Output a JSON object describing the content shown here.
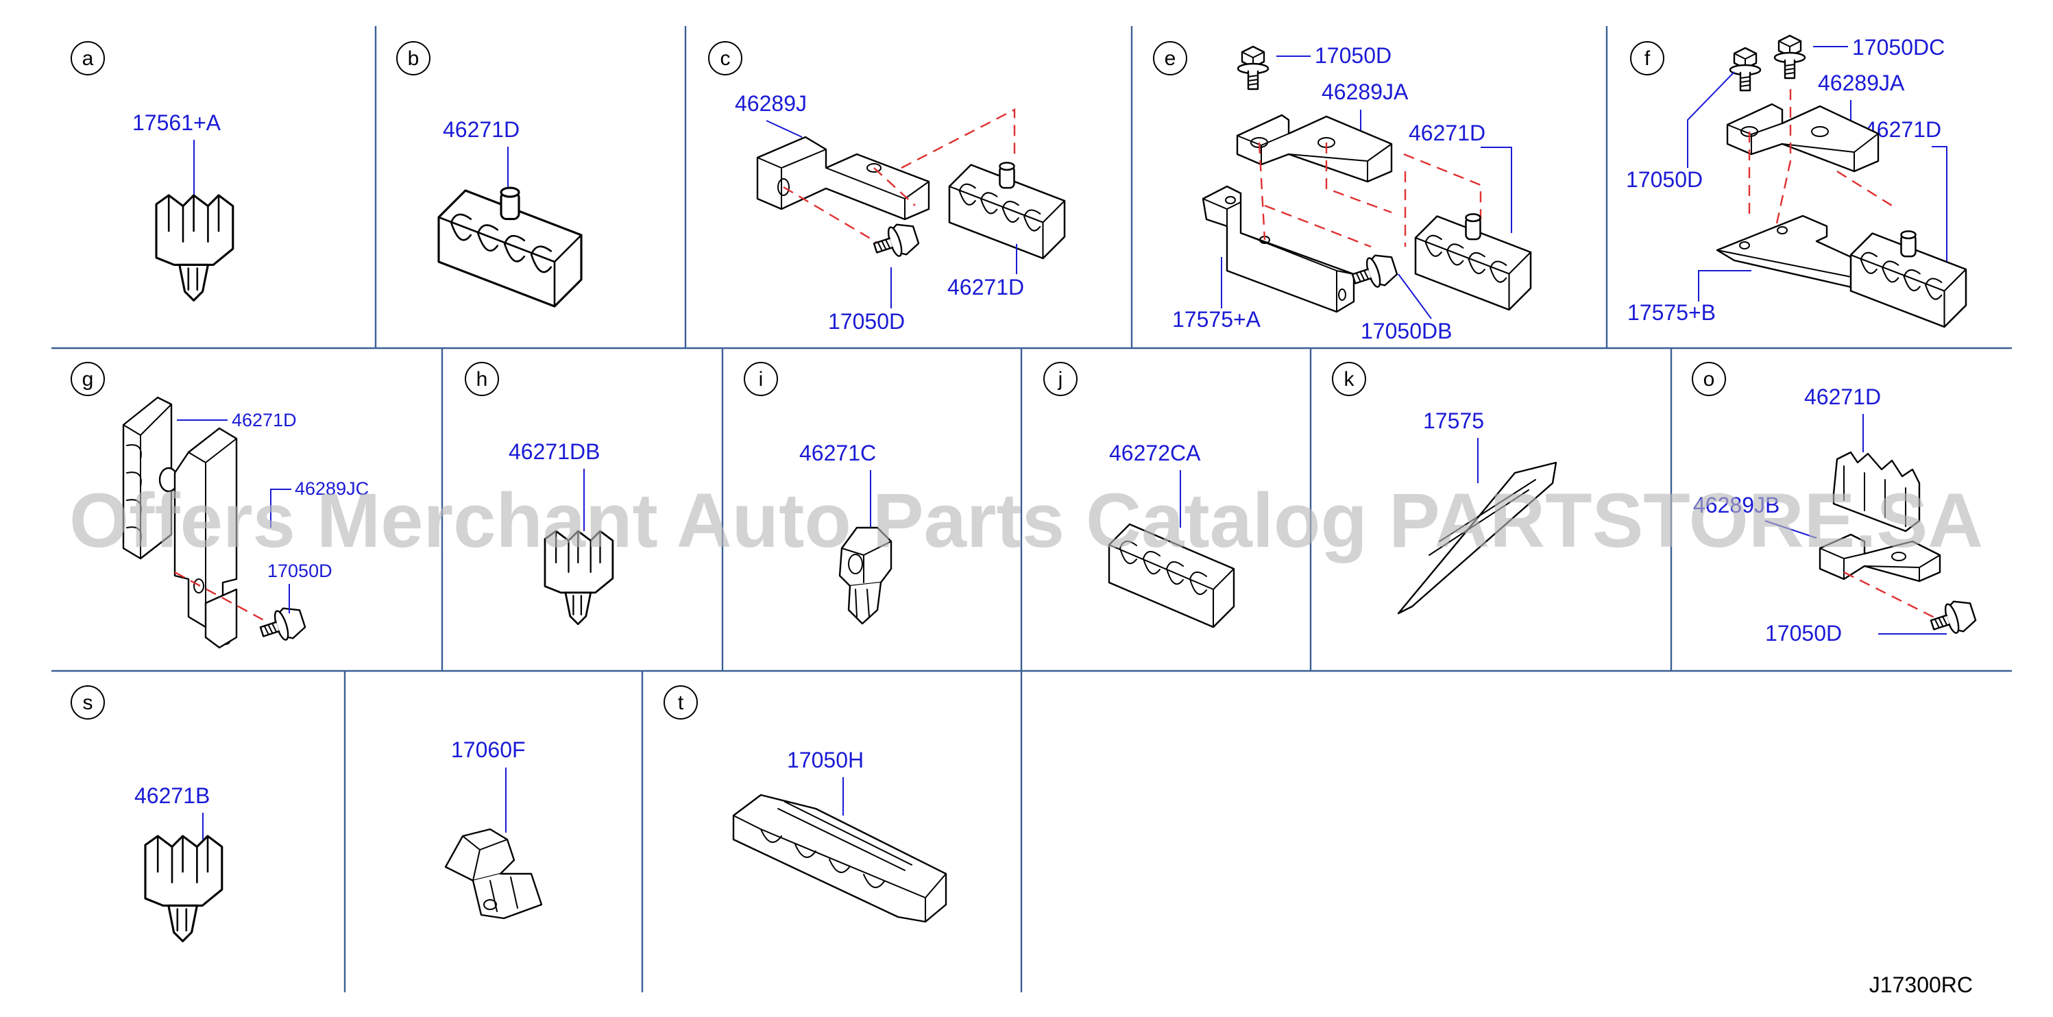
{
  "panels": [
    {
      "letter": "a",
      "parts": [
        "17561+A"
      ]
    },
    {
      "letter": "b",
      "parts": [
        "46271D"
      ]
    },
    {
      "letter": "c",
      "parts": [
        "46289J",
        "46271D",
        "17050D"
      ]
    },
    {
      "letter": "e",
      "parts": [
        "17050D",
        "46289JA",
        "46271D",
        "17575+A",
        "17050DB"
      ]
    },
    {
      "letter": "f",
      "parts": [
        "17050DC",
        "17050D",
        "46289JA",
        "46271D",
        "17575+B"
      ]
    },
    {
      "letter": "g",
      "parts": [
        "46271D",
        "46289JC",
        "17050D"
      ]
    },
    {
      "letter": "h",
      "parts": [
        "46271DB"
      ]
    },
    {
      "letter": "i",
      "parts": [
        "46271C"
      ]
    },
    {
      "letter": "j",
      "parts": [
        "46272CA"
      ]
    },
    {
      "letter": "k",
      "parts": [
        "17575"
      ]
    },
    {
      "letter": "o",
      "parts": [
        "46271D",
        "46289JB",
        "17050D"
      ]
    },
    {
      "letter": "s",
      "parts": [
        "46271B"
      ]
    },
    {
      "letter": "t",
      "parts": [
        "17050H"
      ]
    },
    {
      "letter": "",
      "parts": [
        "17060F"
      ]
    }
  ],
  "watermark": "Offers Merchant Auto Parts Catalog PARTSTORE.SA",
  "reference_code": "J17300RC",
  "colors": {
    "label": "#1a1ad6",
    "grid": "#3b5f96",
    "assembly_line": "#e03030"
  }
}
